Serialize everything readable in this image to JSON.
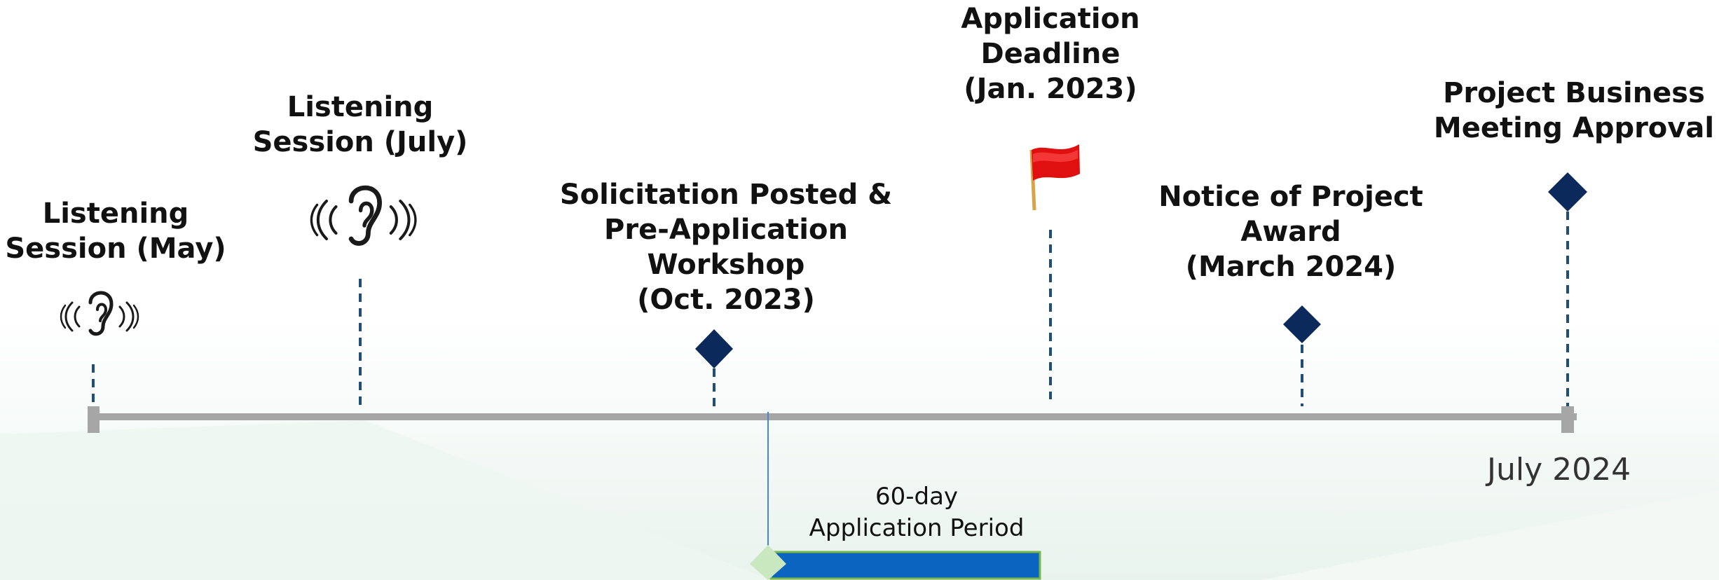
{
  "milestones": [
    {
      "id": "may",
      "lines": [
        "Listening",
        "Session (May)"
      ],
      "marker": "ear-icon"
    },
    {
      "id": "july",
      "lines": [
        "Listening",
        "Session (July)"
      ],
      "marker": "ear-icon"
    },
    {
      "id": "oct",
      "lines": [
        "Solicitation Posted &",
        "Pre-Application",
        "Workshop",
        "(Oct. 2023)"
      ],
      "marker": "diamond"
    },
    {
      "id": "jan",
      "lines": [
        "Application",
        "Deadline",
        "(Jan. 2023)"
      ],
      "marker": "flag-icon"
    },
    {
      "id": "march",
      "lines": [
        "Notice of Project",
        "Award",
        "(March 2024)"
      ],
      "marker": "diamond"
    },
    {
      "id": "approval",
      "lines": [
        "Project Business",
        "Meeting Approval"
      ],
      "marker": "diamond"
    }
  ],
  "end_label": "July 2024",
  "period": {
    "lines": [
      "60-day",
      "Application Period"
    ]
  },
  "colors": {
    "timeline": "#a6a6a6",
    "diamond": "#0b2a5b",
    "dash": "#1f4e79",
    "bar": "#0b64c0",
    "bar_start": "#c9e8c0",
    "flag": "#e01010"
  }
}
